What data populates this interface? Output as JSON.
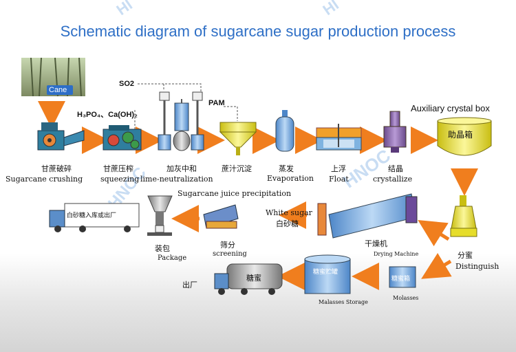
{
  "title": "Schematic diagram of sugarcane sugar production process",
  "watermarks": [
    "HI",
    "HI",
    "HNOC"
  ],
  "raw": {
    "cane": "Cane",
    "chem1": "H₃PO₄、Ca(OH)₂",
    "so2": "SO2",
    "pam": "PAM"
  },
  "steps": {
    "crushing_zh": "甘蔗破碎",
    "crushing_en": "Sugarcane crushing",
    "squeezing_zh": "甘蔗压榨",
    "squeezing_en": "squeezing",
    "lime_zh": "加灰中和",
    "lime_en": "lime-neutralization",
    "precip_zh": "蔗汁沉淀",
    "precip_en": "Sugarcane juice precipitation",
    "evap_zh": "蒸发",
    "evap_en": "Evaporation",
    "float_zh": "上浮",
    "float_en": "Float",
    "cryst_zh": "结晶",
    "cryst_en": "crystallize",
    "aux_en": "Auxiliary crystal box",
    "aux_zh": "助晶箱",
    "dist_zh": "分蜜",
    "dist_en": "Distinguish",
    "dry_zh": "干燥机",
    "dry_en": "Drying Machine",
    "white_en": "White sugar",
    "white_zh": "白砂糖",
    "screen_zh": "筛分",
    "screen_en": "screening",
    "pack_zh": "装包",
    "pack_en": "Package",
    "truck1": "白砂糖入库或出厂",
    "molasses_box": "糖蜜箱",
    "molasses_en": "Molasses",
    "storage_box": "糖蜜贮罐",
    "storage_en": "Malasses Storage",
    "truck2": "糖蜜",
    "out_zh": "出厂"
  },
  "colors": {
    "title": "#2e6fc6",
    "arrow": "#f07e1e",
    "equipment": "#7fb0e0",
    "yellow": "#f2ea3a"
  }
}
